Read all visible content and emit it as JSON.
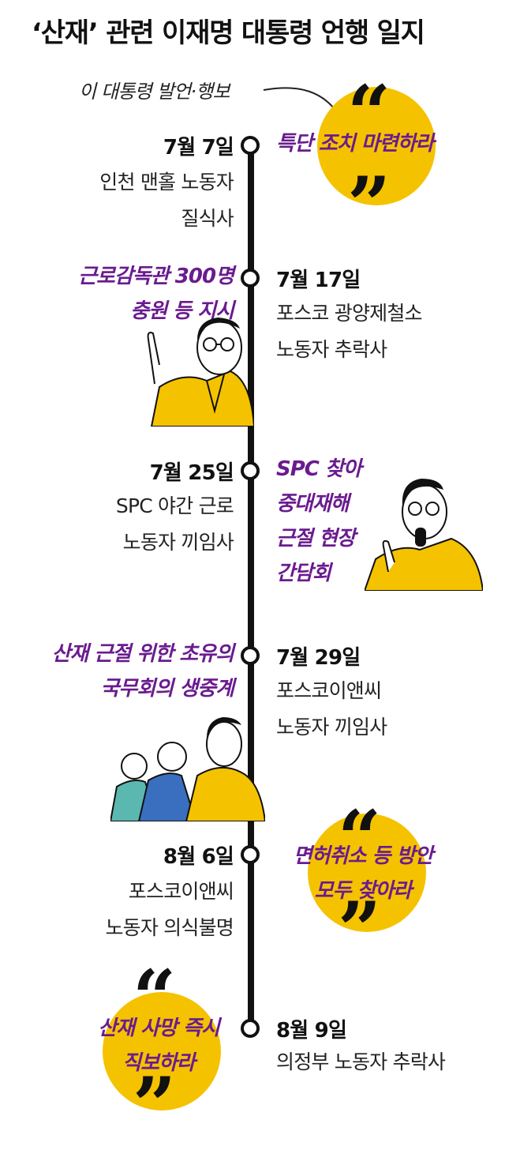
{
  "title": "‘산재’ 관련 이재명 대통령 언행 일지",
  "legend": "이 대통령 발언·행보",
  "colors": {
    "accent_yellow": "#f5c200",
    "quote_purple": "#6a1b8f",
    "line": "#111111"
  },
  "icons": {
    "open_quote": "“",
    "close_quote": "”"
  },
  "events": [
    {
      "date": "7월 7일",
      "description": [
        "인천 맨홀 노동자",
        "질식사"
      ],
      "response": [
        "특단 조치 마련하라"
      ]
    },
    {
      "date": "7월 17일",
      "description": [
        "포스코 광양제철소",
        "노동자 추락사"
      ],
      "response": [
        "근로감독관 300명",
        "충원 등 지시"
      ]
    },
    {
      "date": "7월 25일",
      "description": [
        "SPC 야간 근로",
        "노동자 끼임사"
      ],
      "response": [
        "SPC 찾아",
        "중대재해",
        "근절 현장",
        "간담회"
      ]
    },
    {
      "date": "7월 29일",
      "description": [
        "포스코이앤씨",
        "노동자 끼임사"
      ],
      "response": [
        "산재 근절 위한 초유의",
        "국무회의 생중계"
      ]
    },
    {
      "date": "8월 6일",
      "description": [
        "포스코이앤씨",
        "노동자 의식불명"
      ],
      "response": [
        "면허취소 등 방안",
        "모두 찾아라"
      ]
    },
    {
      "date": "8월 9일",
      "description": [
        "의정부 노동자 추락사"
      ],
      "response": [
        "산재 사망 즉시",
        "직보하라"
      ]
    }
  ]
}
